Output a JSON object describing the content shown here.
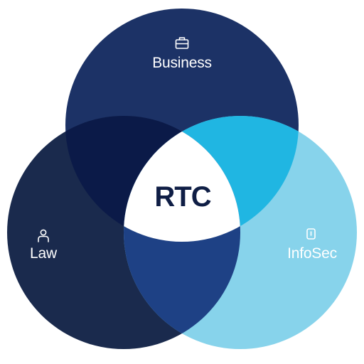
{
  "diagram": {
    "type": "venn",
    "center_label": "RTC",
    "sets": [
      {
        "id": "business",
        "label": "Business",
        "icon": "briefcase-icon",
        "color": "#1c3266"
      },
      {
        "id": "law",
        "label": "Law",
        "icon": "person-icon",
        "color": "#1a2a4d"
      },
      {
        "id": "infosec",
        "label": "InfoSec",
        "icon": "shield-icon",
        "color": "#87d3eb"
      }
    ],
    "overlap_colors": {
      "business_law": "#0b1a48",
      "business_infosec": "#20b6e2",
      "law_infosec": "#1e4185",
      "center": "#ffffff"
    }
  }
}
